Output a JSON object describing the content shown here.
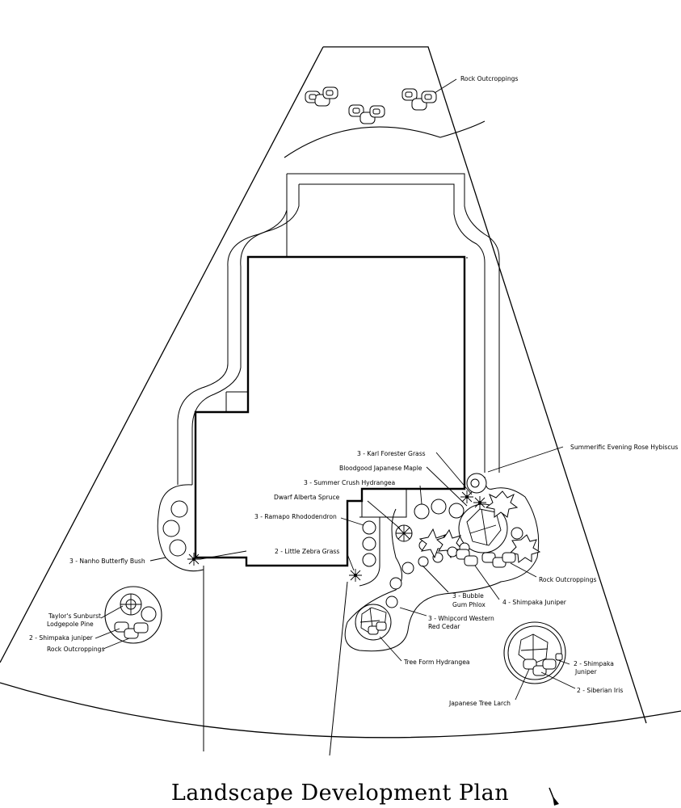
{
  "title": "Landscape Development Plan",
  "labels": {
    "rock_top": "Rock Outcroppings",
    "hibiscus": "Summerific Evening Rose Hybiscus",
    "karl": "3 - Karl Forester Grass",
    "maple": "Bloodgood Japanese Maple",
    "hydrangea_crush": "3 - Summer Crush Hydrangea",
    "spruce": "Dwarf Alberta Spruce",
    "rhodo": "3 - Ramapo Rhododendron",
    "zebra": "2 - Little Zebra Grass",
    "butterfly": "3 - Nanho Butterfly Bush",
    "pine_l1": "Taylor's Sunburst",
    "pine_l2": "Lodgepole Pine",
    "shimpaka_left": "2 - Shimpaka juniper",
    "rock_left": "Rock Outcroppings",
    "rock_right": "Rock Outcroppings",
    "phlox_l1": "3 - Bubble",
    "phlox_l2": "Gum Phlox",
    "shimpaka_four": "4 - Shimpaka Juniper",
    "cedar_l1": "3 - Whipcord Western",
    "cedar_l2": "Red Cedar",
    "tree_hydrangea": "Tree Form Hydrangea",
    "shimpaka_right_l1": "2 - Shimpaka",
    "shimpaka_right_l2": "Juniper",
    "iris": "2 - Siberian Iris",
    "larch": "Japanese Tree Larch"
  }
}
